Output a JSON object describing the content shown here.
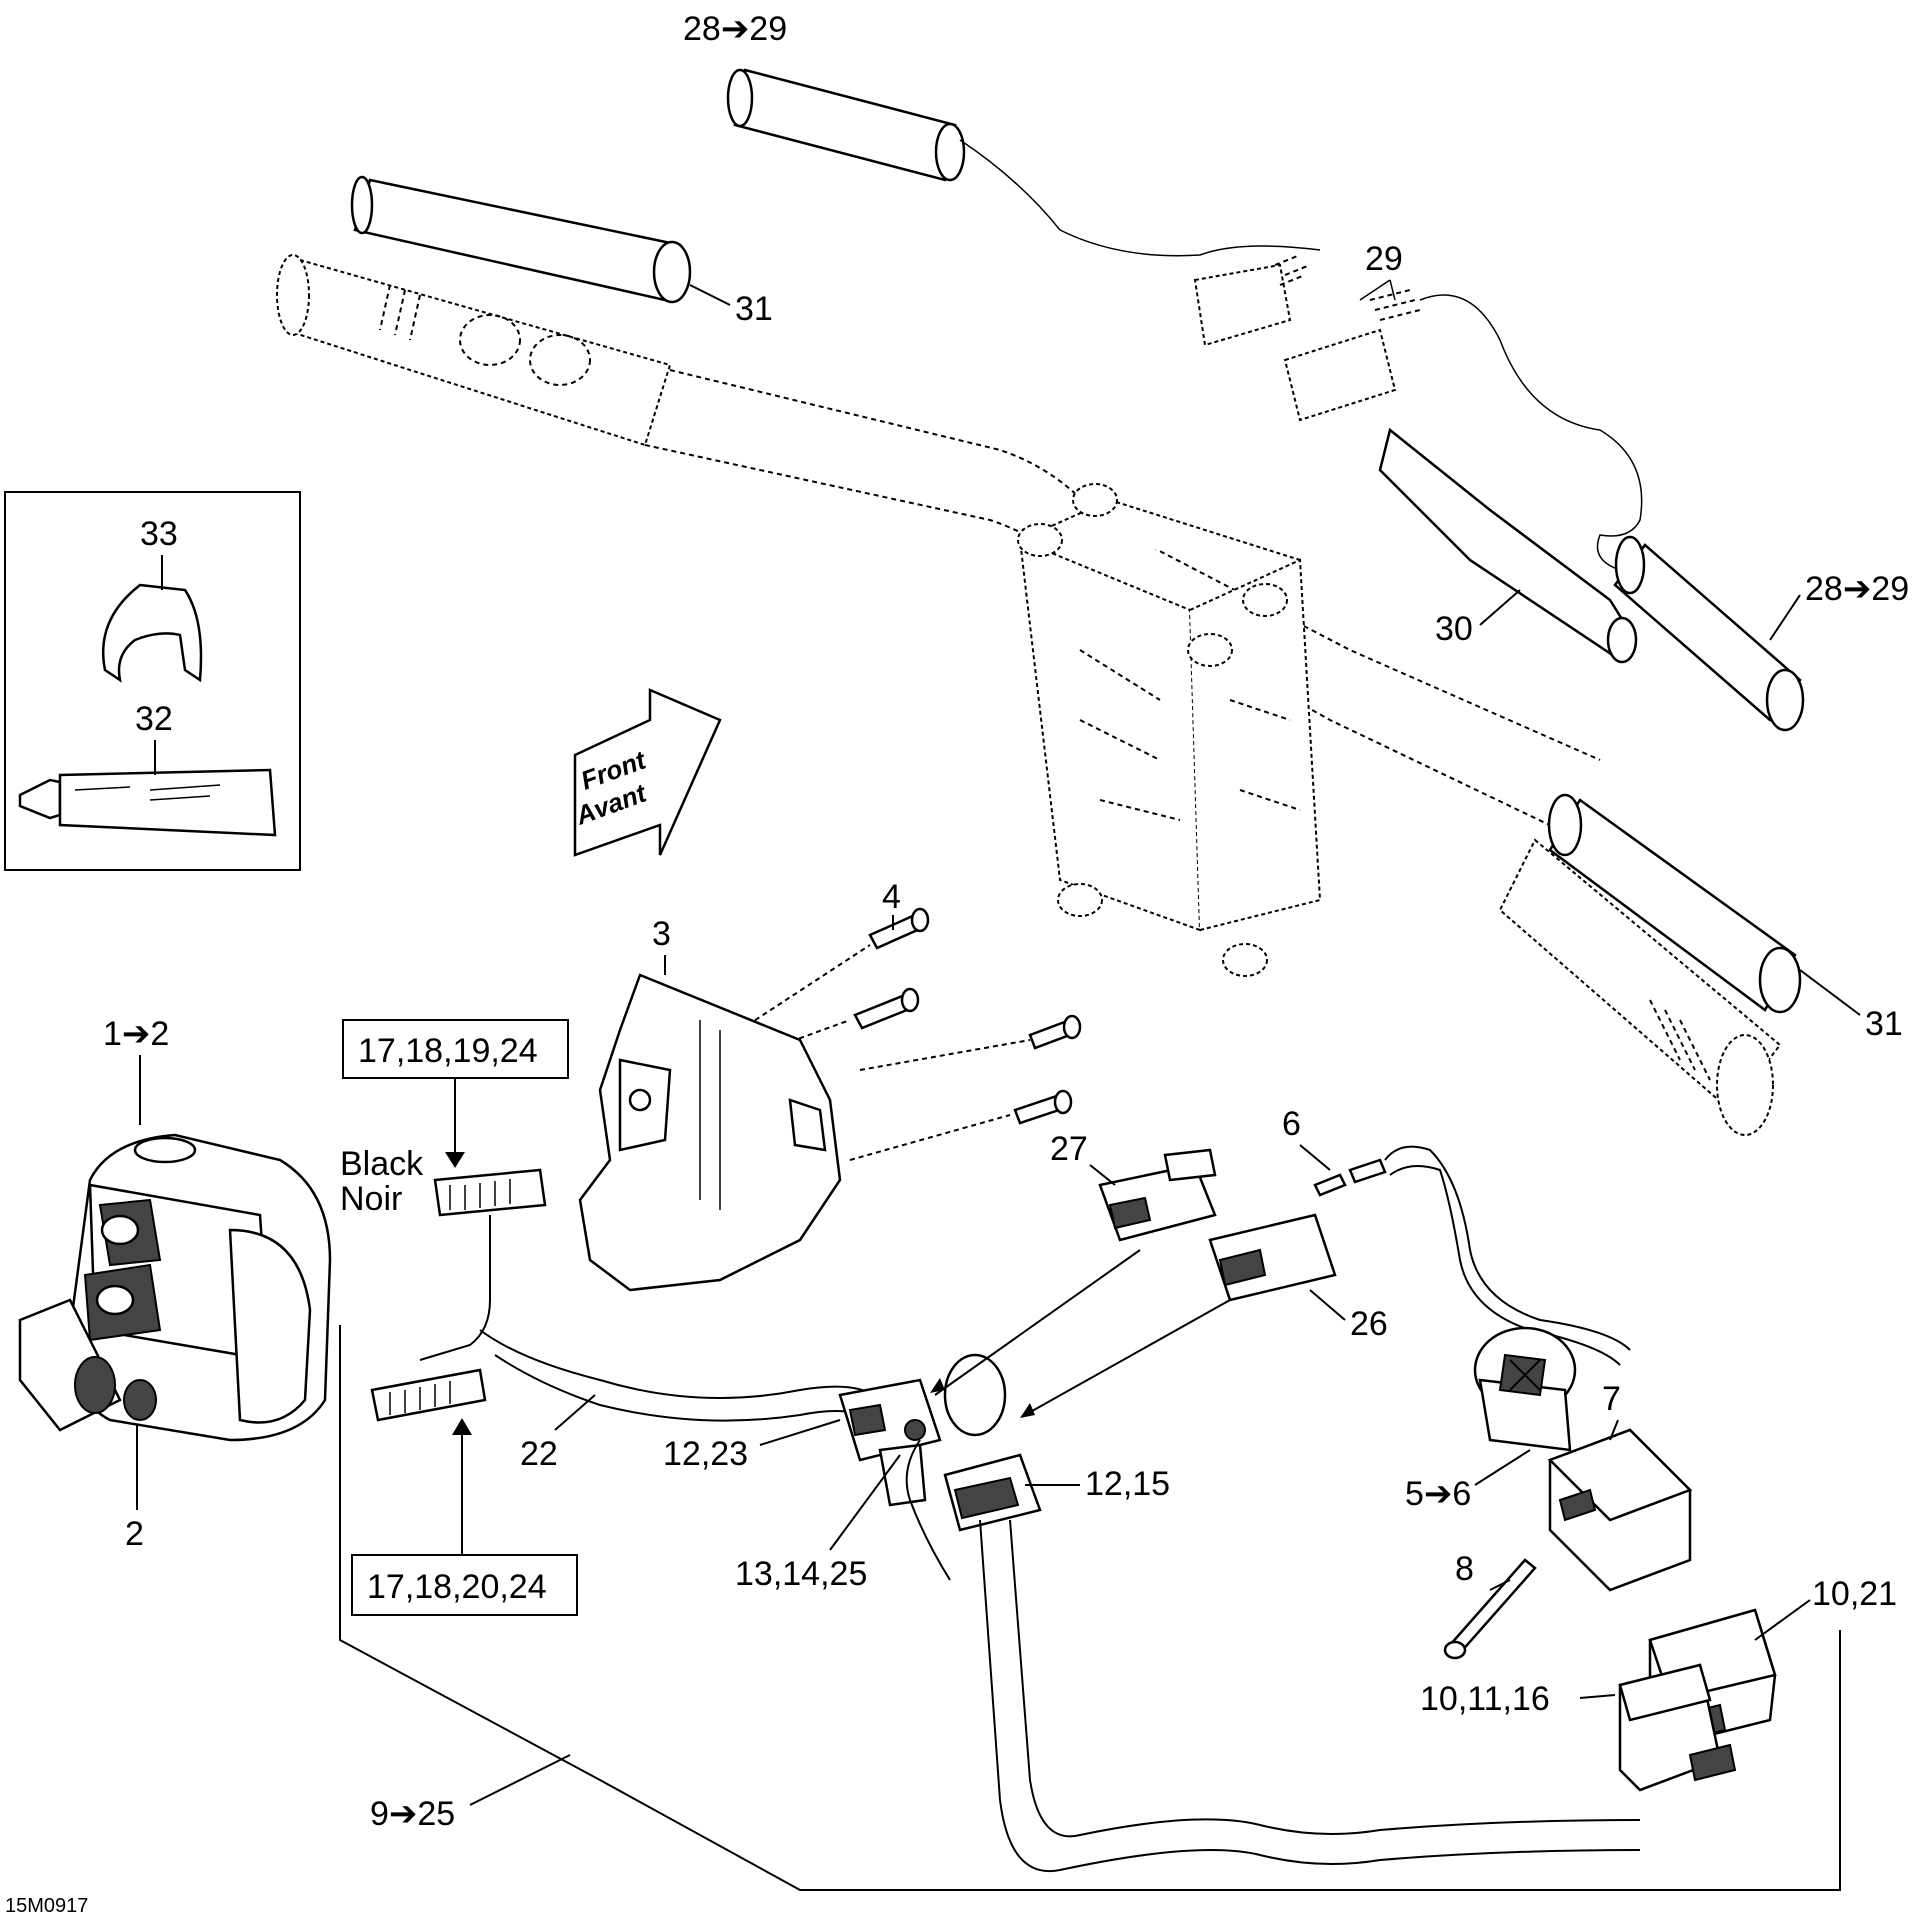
{
  "labels": {
    "grip_heater_right_top": "28➔29",
    "grip_right_top": "31",
    "connector_29": "29",
    "cable_30": "30",
    "grip_heater_right": "28➔29",
    "grip_left_bottom": "31",
    "clip_33": "33",
    "tube_32": "32",
    "screw_4": "4",
    "housing_3": "3",
    "switch_block": "1➔2",
    "box_top": "17,18,19,24",
    "box_bottom": "17,18,20,24",
    "black": "Black",
    "noir": "Noir",
    "switch_2": "2",
    "harness_22": "22",
    "conn_12_23": "12,23",
    "conn_13_14_25": "13,14,25",
    "conn_12_15": "12,15",
    "conn_27": "27",
    "pin_6": "6",
    "conn_26": "26",
    "switch_5_6": "5➔6",
    "part_7": "7",
    "pin_8": "8",
    "conn_10_21": "10,21",
    "conn_10_11_16": "10,11,16",
    "harness_9_25": "9➔25",
    "figure_code": "15M0917"
  },
  "arrow": {
    "front": "Front",
    "avant": "Avant"
  }
}
